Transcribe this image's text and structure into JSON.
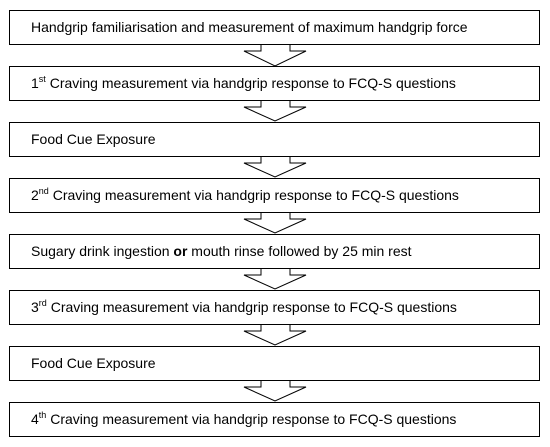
{
  "steps": [
    {
      "text": "Handgrip familiarisation and measurement of maximum handgrip force"
    },
    {
      "ordinal": "1",
      "suffix": "st",
      "text": " Craving measurement via handgrip response to FCQ-S questions"
    },
    {
      "text": "Food Cue Exposure"
    },
    {
      "ordinal": "2",
      "suffix": "nd",
      "text": " Craving measurement via handgrip response to FCQ-S questions"
    },
    {
      "text_before": "Sugary drink ingestion ",
      "emphasis": "or",
      "text_after": " mouth rinse followed by 25 min rest"
    },
    {
      "ordinal": "3",
      "suffix": "rd",
      "text": " Craving measurement via handgrip response to FCQ-S questions"
    },
    {
      "text": "Food Cue Exposure"
    },
    {
      "ordinal": "4",
      "suffix": "th",
      "text": " Craving measurement via handgrip response to FCQ-S questions"
    }
  ]
}
